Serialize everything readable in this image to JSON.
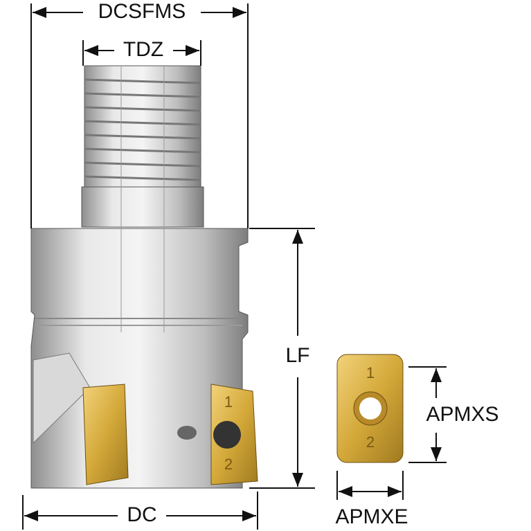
{
  "labels": {
    "dcsfms": "DCSFMS",
    "tdz": "TDZ",
    "lf": "LF",
    "dc": "DC",
    "apmxs": "APMXS",
    "apmxe": "APMXE"
  },
  "insert_markings": {
    "top": "1",
    "bottom": "2"
  },
  "colors": {
    "steel": "#c9c9c9",
    "insert_gold": "#d4a93a",
    "line": "#111111"
  }
}
